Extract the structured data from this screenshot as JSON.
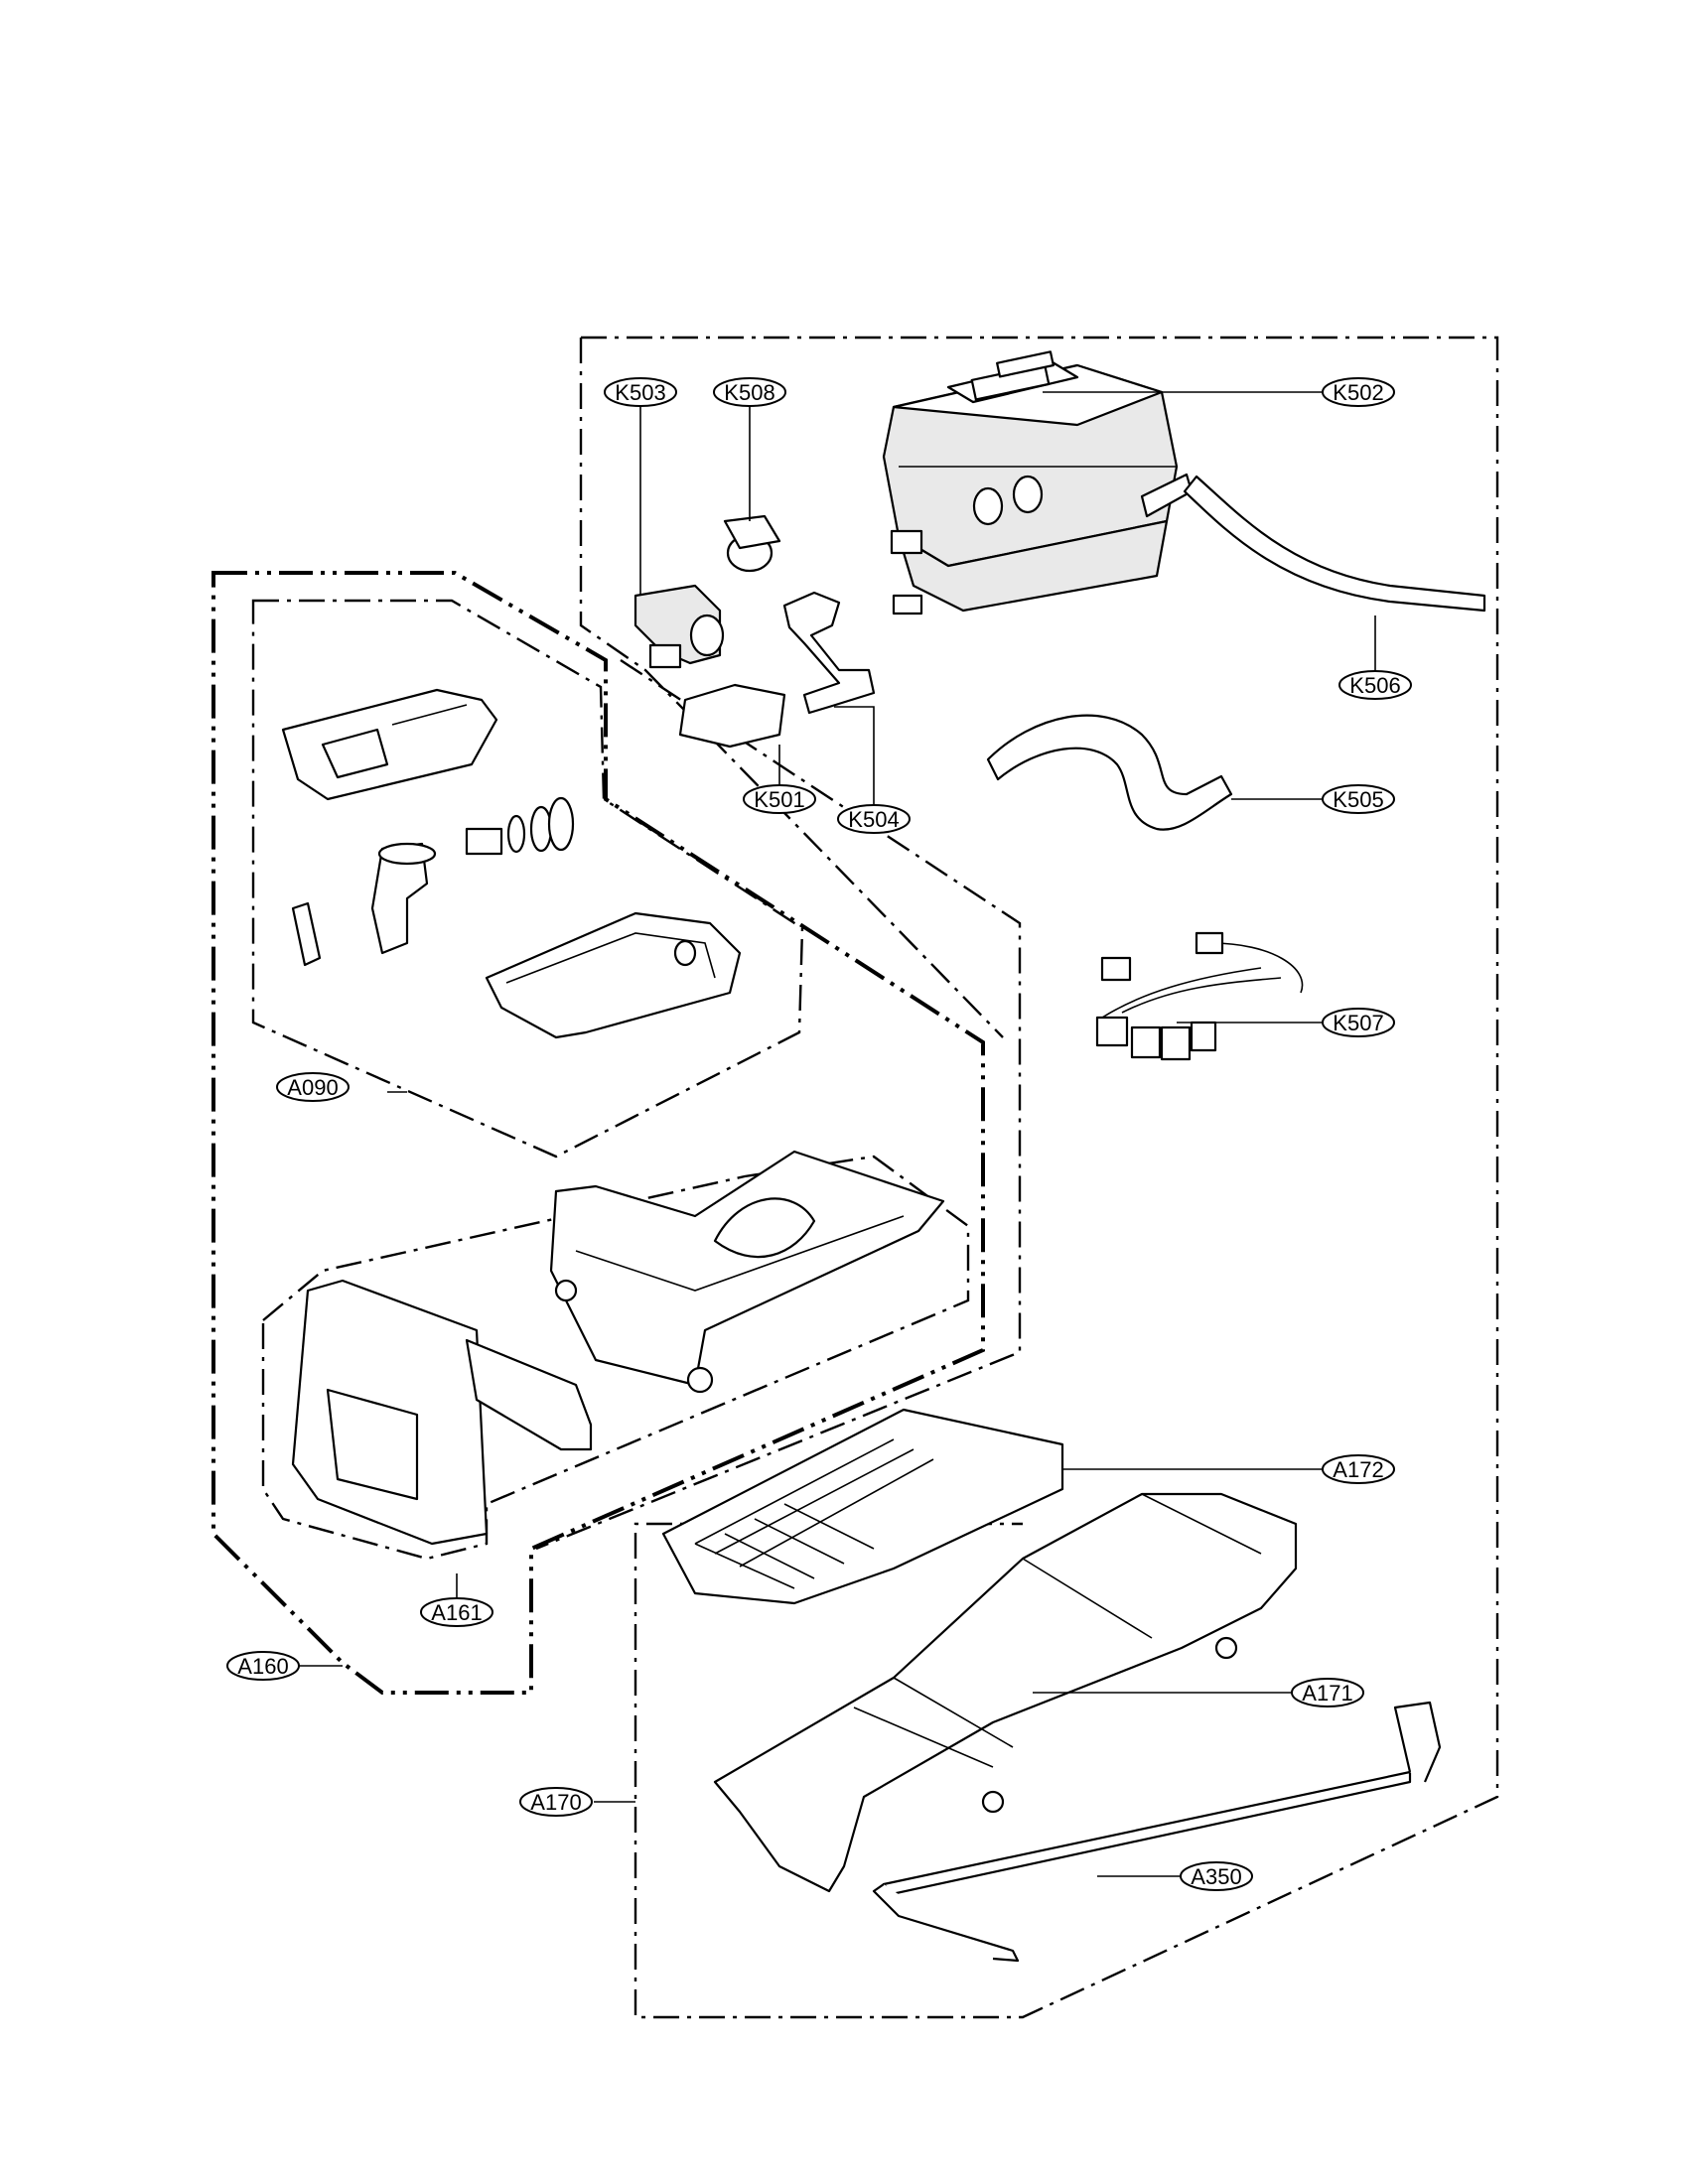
{
  "diagram": {
    "parts": {
      "K501": "K501",
      "K502": "K502",
      "K503": "K503",
      "K504": "K504",
      "K505": "K505",
      "K506": "K506",
      "K507": "K507",
      "K508": "K508",
      "A090": "A090",
      "A160": "A160",
      "A161": "A161",
      "A170": "A170",
      "A171": "A171",
      "A172": "A172",
      "A350": "A350"
    }
  }
}
